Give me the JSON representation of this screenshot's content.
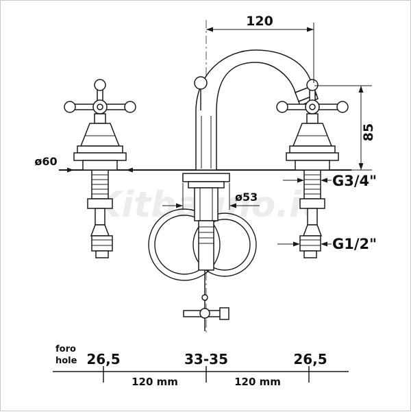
{
  "drawing": {
    "title": "three-hole basin mixer technical drawing",
    "ink_color": "#1a1a1a",
    "watermark": "Kitbagno.it",
    "dimensions": {
      "spout_reach": "120",
      "spout_height": "85",
      "escutcheon_diameter": "ø60",
      "popup_flange_diameter": "ø53",
      "spout_thread": "G3/4\"",
      "hose_thread": "G1/2\""
    },
    "hole_table": {
      "label_line1": "foro",
      "label_line2": "hole",
      "side_hole_left": "26,5",
      "center_hole": "33-35",
      "side_hole_right": "26,5",
      "spacing_left": "120 mm",
      "spacing_right": "120 mm"
    }
  }
}
